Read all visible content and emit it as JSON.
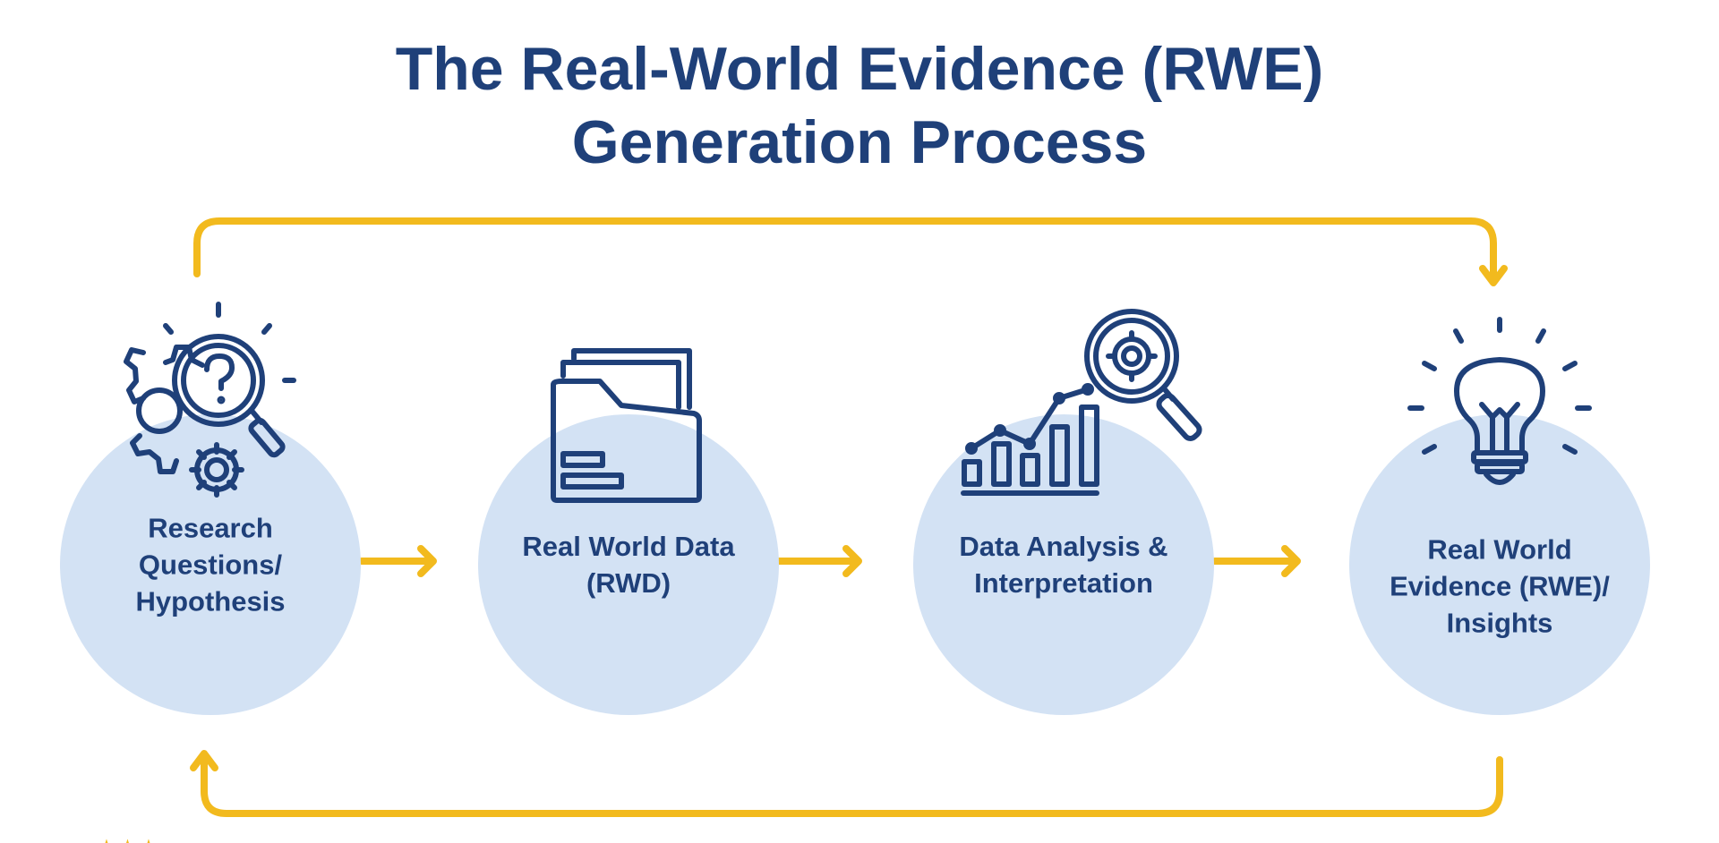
{
  "title": {
    "line1": "The Real-World Evidence (RWE)",
    "line2": "Generation Process"
  },
  "colors": {
    "navy": "#1f4079",
    "circle": "#d3e2f4",
    "arrow": "#f2ba1e"
  },
  "steps": [
    {
      "label": "Research Questions/ Hypothesis",
      "icon": "gears-magnifier-question-icon"
    },
    {
      "label": "Real World Data (RWD)",
      "icon": "folder-icon"
    },
    {
      "label": "Data Analysis & Interpretation",
      "icon": "chart-magnifier-gear-icon"
    },
    {
      "label": "Real World Evidence (RWE)/ Insights",
      "icon": "lightbulb-icon"
    }
  ]
}
